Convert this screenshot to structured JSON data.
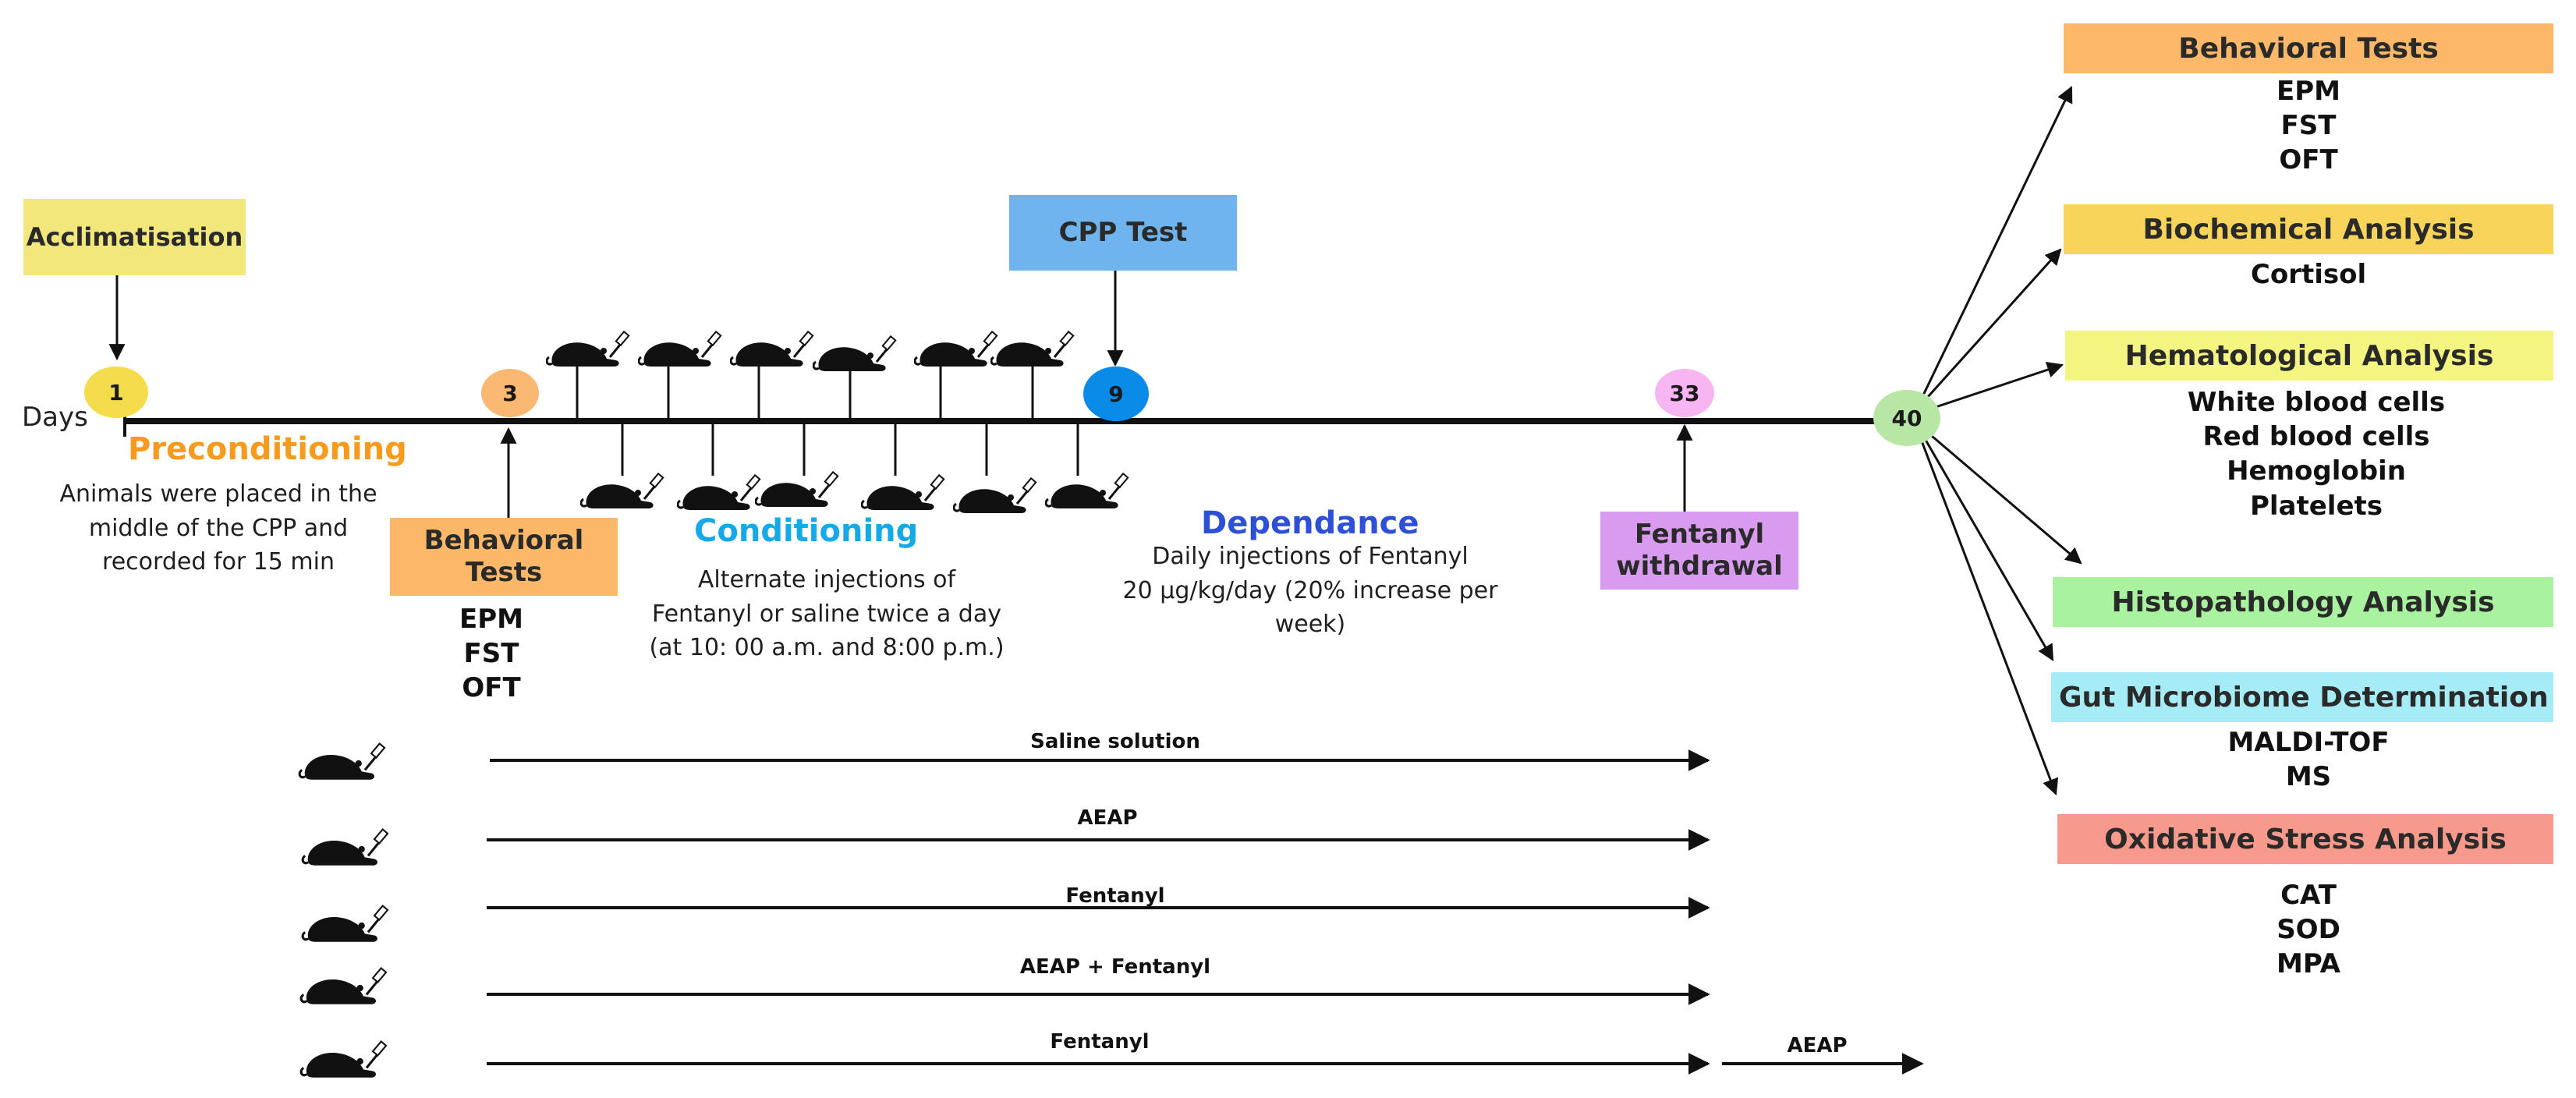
{
  "colors": {
    "acclimatisation": "#f2e77b",
    "cpp_test": "#6fb4ef",
    "behavioral": "#fbb868",
    "withdrawal": "#d99bf0",
    "day1": "#f4dc4d",
    "day3": "#fbb873",
    "day9": "#0b8be8",
    "day33": "#f7b5f1",
    "day40": "#b7e6a5",
    "preconditioning": "#f89a1c",
    "conditioning": "#16a9e7",
    "dependance": "#2e4fd8"
  },
  "top": {
    "acclimatisation": "Acclimatisation",
    "cpp_test": "CPP Test",
    "days_label": "Days"
  },
  "days": [
    "1",
    "3",
    "9",
    "33",
    "40"
  ],
  "phases": {
    "preconditioning": {
      "title": "Preconditioning",
      "desc": [
        "Animals were placed in the",
        "middle of the CPP  and",
        "recorded for 15 min"
      ]
    },
    "conditioning": {
      "title": "Conditioning",
      "desc": [
        "Alternate injections of",
        "Fentanyl or saline twice a day",
        "(at 10: 00 a.m. and 8:00 p.m.)"
      ]
    },
    "dependance": {
      "title": "Dependance",
      "desc": [
        "Daily injections of Fentanyl",
        "20 µg/kg/day (20% increase per",
        "week)"
      ]
    }
  },
  "behavioral_box": {
    "title": "Behavioral Tests",
    "items": [
      "EPM",
      "FST",
      "OFT"
    ]
  },
  "withdrawal_box": {
    "title": "Fentanyl withdrawal"
  },
  "groups": [
    {
      "label": "Saline solution"
    },
    {
      "label": "AEAP"
    },
    {
      "label": "Fentanyl"
    },
    {
      "label": "AEAP + Fentanyl"
    },
    {
      "label": "Fentanyl",
      "extra": "AEAP"
    }
  ],
  "analyses": [
    {
      "title": "Behavioral  Tests",
      "color": "#fbb868",
      "items": [
        "EPM",
        "FST",
        "OFT"
      ]
    },
    {
      "title": "Biochemical Analysis",
      "color": "#f9d45a",
      "items": [
        "Cortisol"
      ]
    },
    {
      "title": "Hematological Analysis",
      "color": "#f4f581",
      "items": [
        "White blood cells",
        "Red blood cells",
        "Hemoglobin",
        "Platelets"
      ]
    },
    {
      "title": "Histopathology Analysis",
      "color": "#a9f3a0",
      "items": []
    },
    {
      "title": "Gut Microbiome Determination",
      "color": "#a6ecf7",
      "items": [
        "MALDI-TOF",
        "MS"
      ]
    },
    {
      "title": "Oxidative Stress Analysis",
      "color": "#f79a8c",
      "items": [
        "CAT",
        "SOD",
        "MPA"
      ]
    }
  ]
}
